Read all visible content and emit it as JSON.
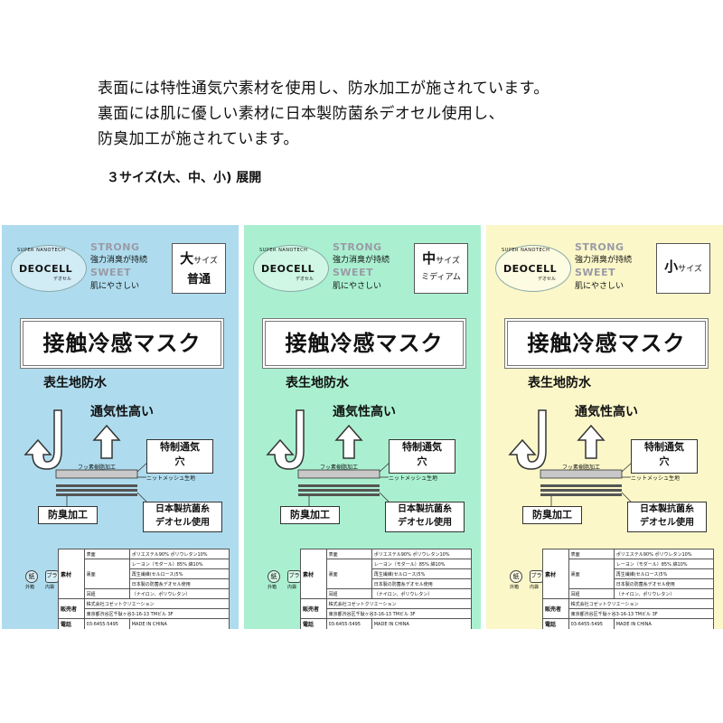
{
  "intro": {
    "line1": "表面には特性通気穴素材を使用し、防水加工が施されています。",
    "line2": "裏面には肌に優しい素材に日本製防菌糸デオセル使用し、",
    "line3": "防臭加工が施されています。",
    "sizes": "３サイズ(大、中、小) 展開"
  },
  "cards": [
    {
      "background": "#aedcee",
      "size_big": "大",
      "size_small": "サイズ",
      "size_sub": "普通"
    },
    {
      "background": "#aaf0d0",
      "size_big": "中",
      "size_small": "サイズ",
      "size_sub": "ミディアム"
    },
    {
      "background": "#fbf7c9",
      "size_big": "小",
      "size_small": "サイズ",
      "size_sub": ""
    }
  ],
  "common": {
    "logo_tech": "SUPER NANOTECH",
    "logo_name": "DEOCELL",
    "logo_kana": "デオセル",
    "strong": "STRONG",
    "strong_sub": "強力消臭が持続",
    "sweet": "SWEET",
    "sweet_sub": "肌にやさしい",
    "title": "接触冷感マスク",
    "waterproof": "表生地防水",
    "breathable": "通気性高い",
    "special_line1": "特制通気",
    "special_line2": "穴",
    "fluoro": "フッ素樹脂加工",
    "knit": "ニットメッシュ生地",
    "deodor": "防臭加工",
    "nihon_line1": "日本製抗菌糸",
    "nihon_line2": "デオセル使用",
    "mark_paper": "紙",
    "mark_plastic": "プラ",
    "mark_cap1": "外箱",
    "mark_cap2": "内袋",
    "table": {
      "material": "素材",
      "front": "表面",
      "front_val": "ポリエステル90% ポリウレタン10%",
      "back": "裏面",
      "back_val1": "レーヨン（モダール）85% 綿10%",
      "back_val2": "再生繊維(セルロース)5%",
      "back_val3": "日本製の防菌糸デオセル使用",
      "ear": "耳紐",
      "ear_val": "（ナイロン、ポリウレタン）",
      "seller": "販売者",
      "seller_val1": "株式会社コゼットクリエーション",
      "seller_val2": "東京都渋谷区千駄ヶ谷3-16-13 TMビル 3F",
      "tel": "電話",
      "tel_val": "03-6455-5495",
      "made": "MADE IN CHINA"
    }
  }
}
